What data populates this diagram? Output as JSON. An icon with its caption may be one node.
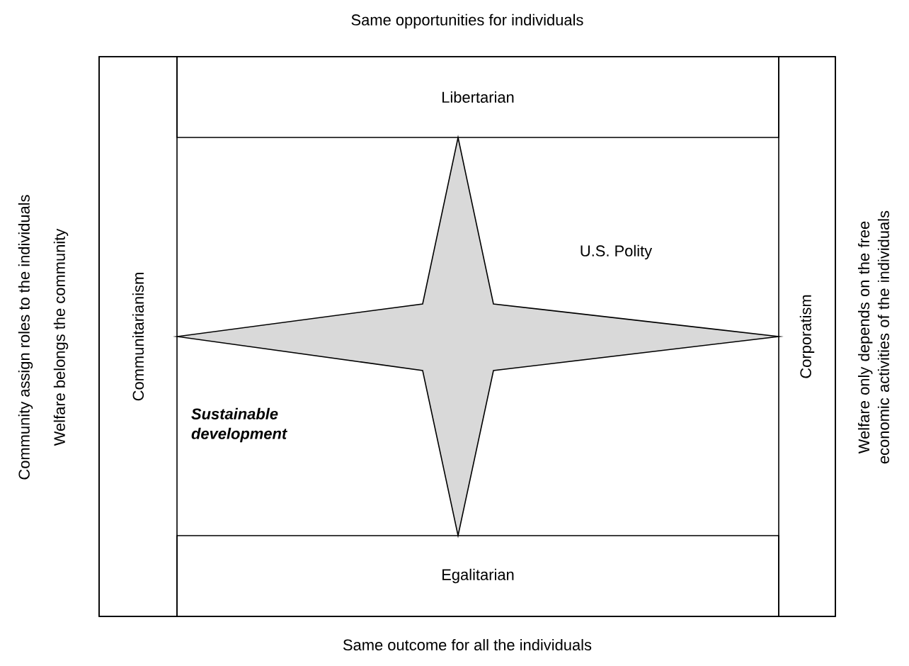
{
  "diagram": {
    "nodes": [
      {
        "text": [
          "Libertarian"
        ]
      },
      {
        "text": [
          "Communitarianism"
        ]
      },
      {
        "text": [
          "Corporatism"
        ]
      },
      {
        "text": [
          "Egalitarian"
        ]
      },
      {
        "text": [],
        "shape": "star"
      }
    ],
    "labels": [
      "Same opportunities for individuals",
      "Community assign roles to the individuals",
      "Welfare belongs the community",
      "U.S. Polity",
      "Sustainable development",
      "Welfare only depends on the free economic activities of the individuals",
      "Same outcome for all the individuals"
    ]
  }
}
